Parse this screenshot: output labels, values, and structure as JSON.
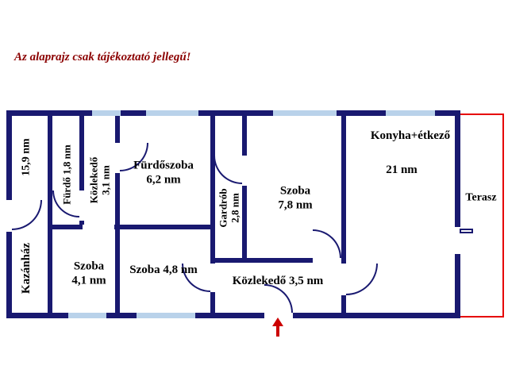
{
  "title": "Az alaprajz csak tájékoztató jellegű!",
  "colors": {
    "wall": "#191970",
    "window": "#b9d2ea",
    "terrace_outline": "#e60000",
    "title_text": "#8b0000",
    "entrance_arrow": "#cc0000",
    "label_text": "#000000"
  },
  "rooms": {
    "kazanhaz": {
      "name": "Kazánház",
      "area": "15,9 nm"
    },
    "furdo": {
      "label": "Fürdő 1,8 nm"
    },
    "kozlekedo_small": {
      "name": "Közlekedő",
      "area": "3,1 nm"
    },
    "furdoszoba": {
      "name": "Fürdőszoba",
      "area": "6,2 nm"
    },
    "gardrob": {
      "name": "Gardrób",
      "area": "2,8 nm"
    },
    "szoba_nagy": {
      "name": "Szoba",
      "area": "7,8 nm"
    },
    "konyha": {
      "name": "Konyha+étkező",
      "area": "21 nm"
    },
    "terasz": {
      "name": "Terasz"
    },
    "szoba_41": {
      "name": "Szoba",
      "area": "4,1 nm"
    },
    "szoba_48": {
      "label": "Szoba 4,8 nm"
    },
    "kozlekedo_nagy": {
      "label": "Közlekedő 3,5 nm"
    }
  }
}
